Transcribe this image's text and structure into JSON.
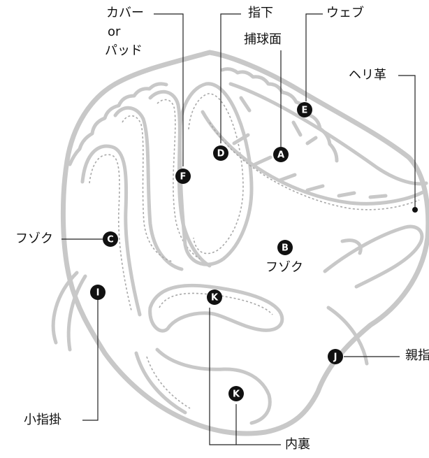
{
  "labels": {
    "cover": "カバー",
    "cover_or": "or",
    "cover_pad": "パッド",
    "finger_under": "指下",
    "web": "ウェブ",
    "catching_face": "捕球面",
    "heri_leather": "ヘリ革",
    "fuzoku_left": "フゾク",
    "fuzoku_center": "フゾク",
    "thumb_hook": "親指掛",
    "pinky_hook": "小指掛",
    "inner_lining": "内裏"
  },
  "markers": {
    "A": "A",
    "B": "B",
    "C": "C",
    "D": "D",
    "E": "E",
    "F": "F",
    "I": "I",
    "J": "J",
    "K1": "K",
    "K2": "K"
  },
  "colors": {
    "glove_outline": "#c8c8c8",
    "marker_fill": "#111111",
    "text": "#111111"
  }
}
